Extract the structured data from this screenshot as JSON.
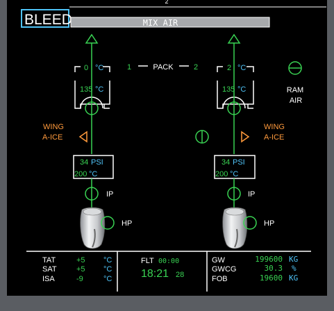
{
  "page": {
    "title": "BLEED",
    "top_marker": "2"
  },
  "mix_air": {
    "label": "MIX AIR"
  },
  "packs": {
    "label": "PACK",
    "left": {
      "number": "1",
      "outlet_temp": "0",
      "inlet_temp": "135",
      "psi": "34",
      "bleed_temp": "200"
    },
    "right": {
      "number": "2",
      "outlet_temp": "2",
      "inlet_temp": "135",
      "psi": "34",
      "bleed_temp": "200"
    },
    "temp_unit": "°C",
    "psi_unit": "PSI"
  },
  "ram_air": {
    "line1": "RAM",
    "line2": "AIR"
  },
  "wing_aice": {
    "left": {
      "line1": "WING",
      "line2": "A-ICE"
    },
    "right": {
      "line1": "WING",
      "line2": "A-ICE"
    }
  },
  "valves": {
    "ip_label": "IP",
    "hp_label": "HP"
  },
  "footer": {
    "tat_label": "TAT",
    "tat_value": "+5",
    "sat_label": "SAT",
    "sat_value": "+5",
    "isa_label": "ISA",
    "isa_value": "-9",
    "temp_unit": "°C",
    "flt_label": "FLT",
    "flt_time": "00:00",
    "utc_hm": "18:21",
    "utc_s": "28",
    "gw_label": "GW",
    "gw_value": "199600",
    "gw_unit": "KG",
    "gwcg_label": "GWCG",
    "gwcg_value": "30.3",
    "gwcg_unit": "%",
    "fob_label": "FOB",
    "fob_value": "19600",
    "fob_unit": "KG"
  },
  "colors": {
    "green": "#39d353",
    "cyan": "#4fc3f7",
    "amber": "#ff9a3c",
    "white": "#ffffff",
    "grey": "#a7a9ac"
  }
}
